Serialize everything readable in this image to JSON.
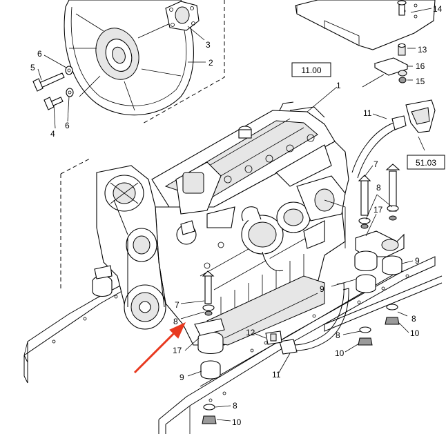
{
  "diagram": {
    "reference_boxes": [
      {
        "id": "ref-11-00",
        "text": "11.00"
      },
      {
        "id": "ref-51-03",
        "text": "51.03"
      }
    ],
    "callouts": [
      {
        "id": "c1",
        "text": "1"
      },
      {
        "id": "c2",
        "text": "2"
      },
      {
        "id": "c3",
        "text": "3"
      },
      {
        "id": "c4",
        "text": "4"
      },
      {
        "id": "c5",
        "text": "5"
      },
      {
        "id": "c6a",
        "text": "6"
      },
      {
        "id": "c6b",
        "text": "6"
      },
      {
        "id": "c7a",
        "text": "7"
      },
      {
        "id": "c7b",
        "text": "7"
      },
      {
        "id": "c8a",
        "text": "8"
      },
      {
        "id": "c8b",
        "text": "8"
      },
      {
        "id": "c8c",
        "text": "8"
      },
      {
        "id": "c8d",
        "text": "8"
      },
      {
        "id": "c8e",
        "text": "8"
      },
      {
        "id": "c9a",
        "text": "9"
      },
      {
        "id": "c9b",
        "text": "9"
      },
      {
        "id": "c9c",
        "text": "9"
      },
      {
        "id": "c10a",
        "text": "10"
      },
      {
        "id": "c10b",
        "text": "10"
      },
      {
        "id": "c10c",
        "text": "10"
      },
      {
        "id": "c11a",
        "text": "11"
      },
      {
        "id": "c11b",
        "text": "11"
      },
      {
        "id": "c12",
        "text": "12"
      },
      {
        "id": "c13",
        "text": "13"
      },
      {
        "id": "c14",
        "text": "14"
      },
      {
        "id": "c15",
        "text": "15"
      },
      {
        "id": "c16",
        "text": "16"
      },
      {
        "id": "c17a",
        "text": "17"
      },
      {
        "id": "c17b",
        "text": "17"
      }
    ],
    "colors": {
      "ink": "#000000",
      "arrow": "#e8391f",
      "background": "#ffffff"
    }
  }
}
